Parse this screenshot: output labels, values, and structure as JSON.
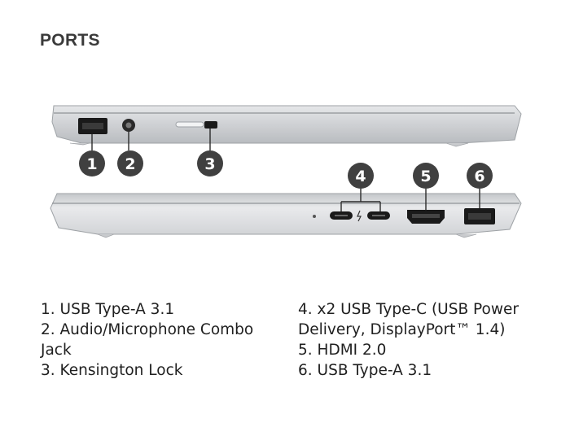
{
  "header": {
    "title": "PORTS"
  },
  "badges": [
    "1",
    "2",
    "3",
    "4",
    "5",
    "6"
  ],
  "legend": {
    "left": [
      "1. USB Type-A 3.1",
      "2. Audio/Microphone Combo",
      "Jack",
      "3. Kensington Lock"
    ],
    "right": [
      "4. x2 USB Type-C (USB Power",
      "Delivery, DisplayPort™ 1.4)",
      "5. HDMI 2.0",
      "6. USB Type-A 3.1"
    ]
  },
  "colors": {
    "badge": "#404040",
    "chassis": "#d6d8da",
    "port": "#1a1a1a"
  }
}
